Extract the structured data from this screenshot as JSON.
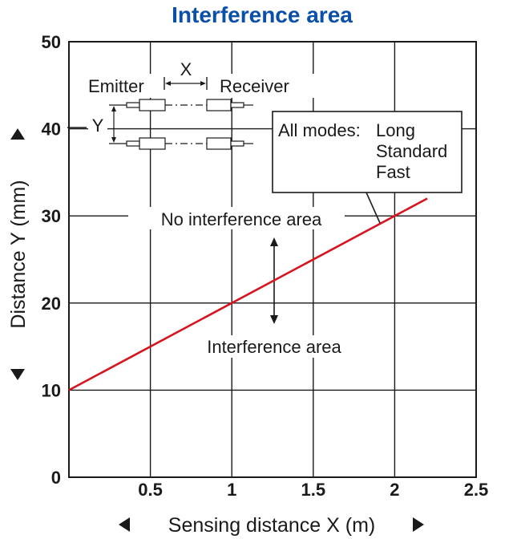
{
  "chart_data": {
    "type": "line",
    "title": "Interference area",
    "xlabel": "Sensing distance X (m)",
    "ylabel": "Distance Y (mm)",
    "xlim": [
      0,
      2.5
    ],
    "ylim": [
      0,
      50
    ],
    "x_ticks": [
      0.5,
      1,
      1.5,
      2,
      2.5
    ],
    "x_tick_labels": [
      "0.5",
      "1",
      "1.5",
      "2",
      "2.5"
    ],
    "y_ticks": [
      0,
      10,
      20,
      30,
      40,
      50
    ],
    "y_tick_labels": [
      "0",
      "10",
      "20",
      "30",
      "40",
      "50"
    ],
    "grid": true,
    "series": [
      {
        "x": [
          0,
          2.2
        ],
        "y": [
          10,
          32
        ],
        "color": "#d7141e"
      }
    ],
    "legend": {
      "prefix": "All modes:",
      "lines": [
        "Long",
        "Standard",
        "Fast"
      ]
    },
    "annotations": {
      "no_interference": "No interference area",
      "interference": "Interference area"
    },
    "inset": {
      "emitter": "Emitter",
      "receiver": "Receiver",
      "x_label": "X",
      "y_label": "Y"
    }
  },
  "colors": {
    "title": "#0a4fa8",
    "line": "#d7141e",
    "grid": "#1a1a1a"
  }
}
